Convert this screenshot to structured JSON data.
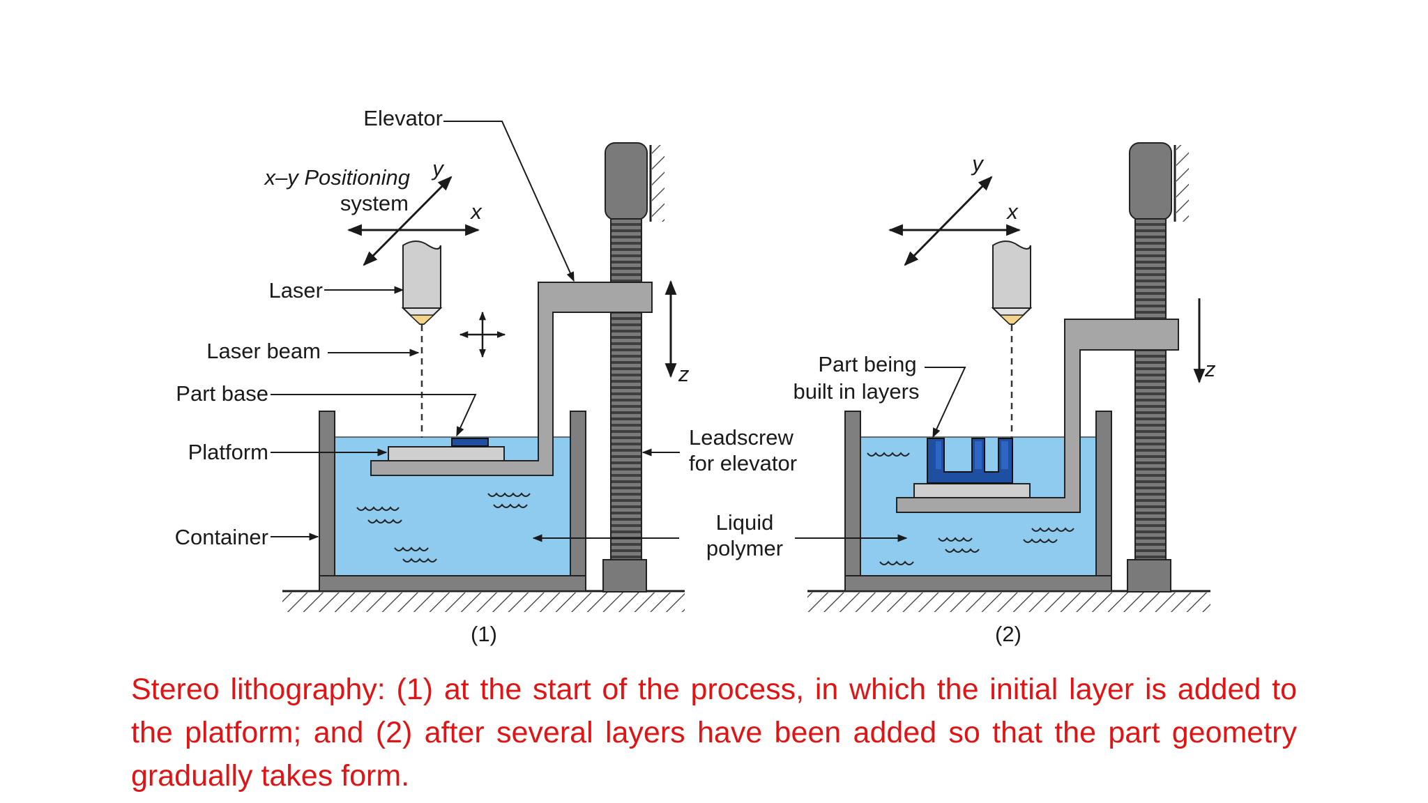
{
  "diagram": {
    "labels": {
      "elevator": "Elevator",
      "xy_positioning_1": "x–y Positioning",
      "xy_positioning_2": "system",
      "laser": "Laser",
      "laser_beam": "Laser beam",
      "part_base": "Part base",
      "platform": "Platform",
      "container": "Container",
      "leadscrew_1": "Leadscrew",
      "leadscrew_2": "for elevator",
      "liquid_1": "Liquid",
      "liquid_2": "polymer",
      "part_layers_1": "Part being",
      "part_layers_2": "built in layers",
      "axis_x": "x",
      "axis_y": "y",
      "axis_z": "z",
      "panel_1": "(1)",
      "panel_2": "(2)"
    },
    "colors": {
      "liquid": "#8ecbef",
      "wall": "#7f7f7f",
      "metal": "#a6a6a6",
      "dark_metal": "#6e6e6e",
      "light_metal": "#cfcfcf",
      "part": "#1e4fa0",
      "laser_tip": "#f3d58a",
      "caption": "#e01414"
    }
  },
  "caption": "Stereo lithography: (1) at the start of the process, in which the initial layer is added to the platform; and (2) after several layers have been added so that the part geometry gradually takes form."
}
